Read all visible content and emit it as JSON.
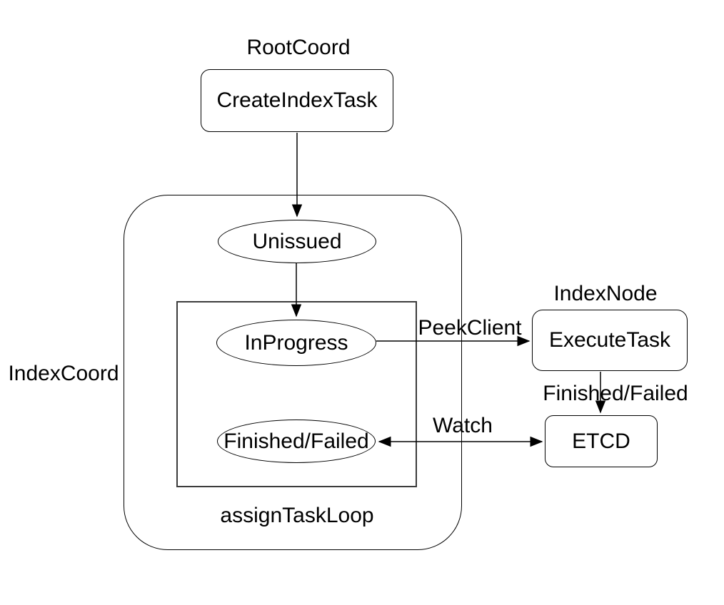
{
  "diagram": {
    "title_context": "index task state flow",
    "colors": {
      "background": "#ffffff",
      "stroke": "#000000",
      "inner_box_stroke": "#3c3c3c",
      "text": "#000000"
    },
    "labels": {
      "root_coord": "RootCoord",
      "index_coord": "IndexCoord",
      "index_node": "IndexNode",
      "assign_task_loop": "assignTaskLoop"
    },
    "nodes": {
      "create_index_task": "CreateIndexTask",
      "unissued": "Unissued",
      "in_progress": "InProgress",
      "finished_failed": "Finished/Failed",
      "execute_task": "ExecuteTask",
      "etcd": "ETCD"
    },
    "edge_labels": {
      "peek_client": "PeekClient",
      "finished_failed": "Finished/Failed",
      "watch": "Watch"
    }
  }
}
